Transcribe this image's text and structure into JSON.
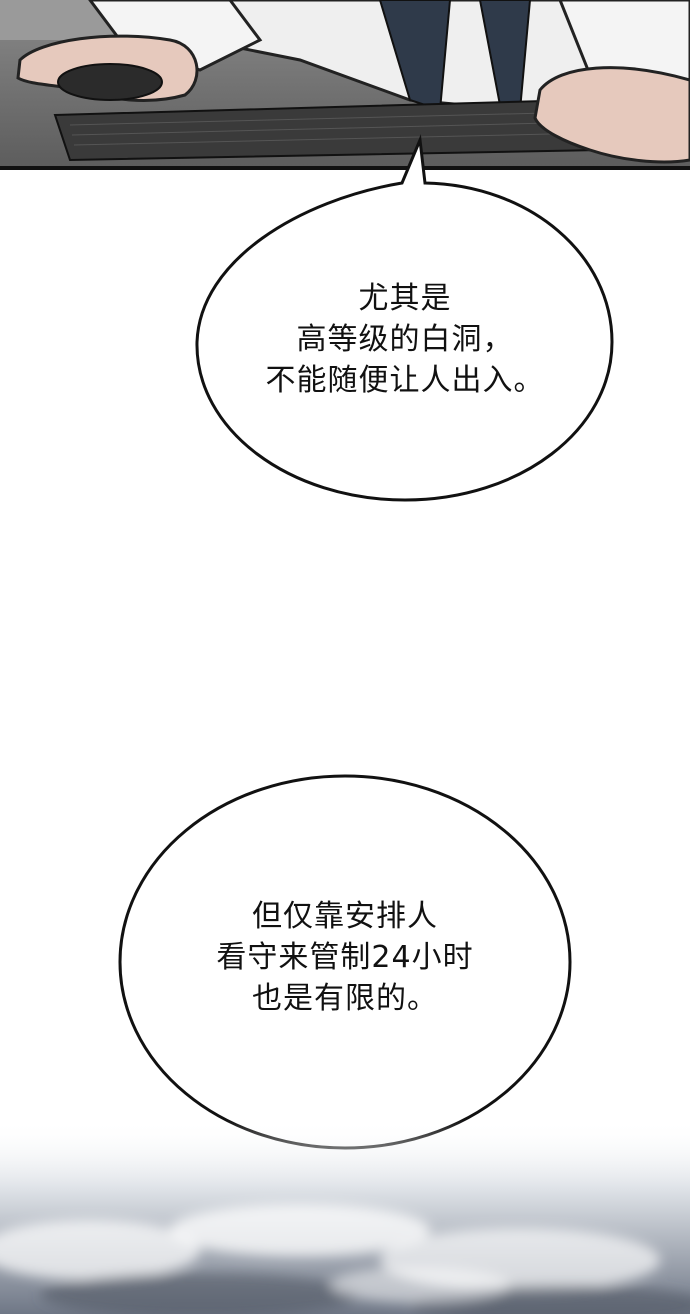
{
  "bubble1": {
    "lines": [
      "尤其是",
      "高等级的白洞，",
      "不能随便让人出入。"
    ]
  },
  "bubble2": {
    "lines": [
      "但仅靠安排人",
      "看守来管制24小时",
      "也是有限的。"
    ]
  },
  "colors": {
    "ink": "#111111",
    "paper": "#ffffff",
    "desk": "#6e6e6e",
    "keyboard": "#3a3a3a",
    "sleeve": "#f2f2f2",
    "tie": "#2f3a4a",
    "skin": "#e6c9bd",
    "mist": "#7f8794"
  }
}
